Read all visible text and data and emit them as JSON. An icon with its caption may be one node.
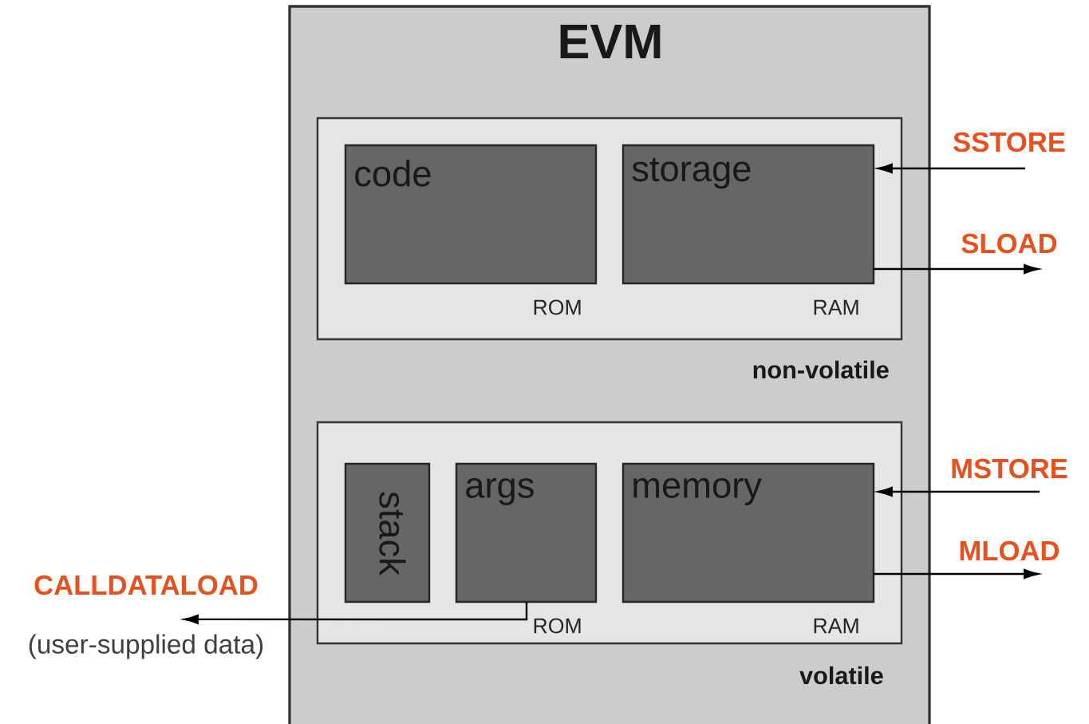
{
  "diagram": {
    "nodes": [
      {
        "text": [
          "EVM"
        ]
      },
      {
        "text": [
          "non-volatile"
        ],
        "in": 0
      },
      {
        "text": [
          "code"
        ],
        "beside": [
          "ROM"
        ],
        "in": 1
      },
      {
        "text": [
          "storage"
        ],
        "beside": [
          "RAM"
        ],
        "in": 1
      },
      {
        "text": [
          "volatile"
        ],
        "in": 0
      },
      {
        "text": [
          "stack"
        ],
        "in": 4
      },
      {
        "text": [
          "args"
        ],
        "beside": [
          "ROM"
        ],
        "in": 4
      },
      {
        "text": [
          "memory"
        ],
        "beside": [
          "RAM"
        ],
        "in": 4
      },
      {
        "text": [
          "(user-supplied data)"
        ]
      }
    ],
    "edges": [
      {
        "from": null,
        "to": 3,
        "arrow": "to",
        "label": "SSTORE"
      },
      {
        "from": 3,
        "to": null,
        "arrow": "to",
        "label": "SLOAD"
      },
      {
        "from": null,
        "to": 7,
        "arrow": "to",
        "label": "MSTORE"
      },
      {
        "from": 7,
        "to": null,
        "arrow": "to",
        "label": "MLOAD"
      },
      {
        "from": 6,
        "to": 8,
        "arrow": "to",
        "label": "CALLDATALOAD"
      }
    ]
  }
}
